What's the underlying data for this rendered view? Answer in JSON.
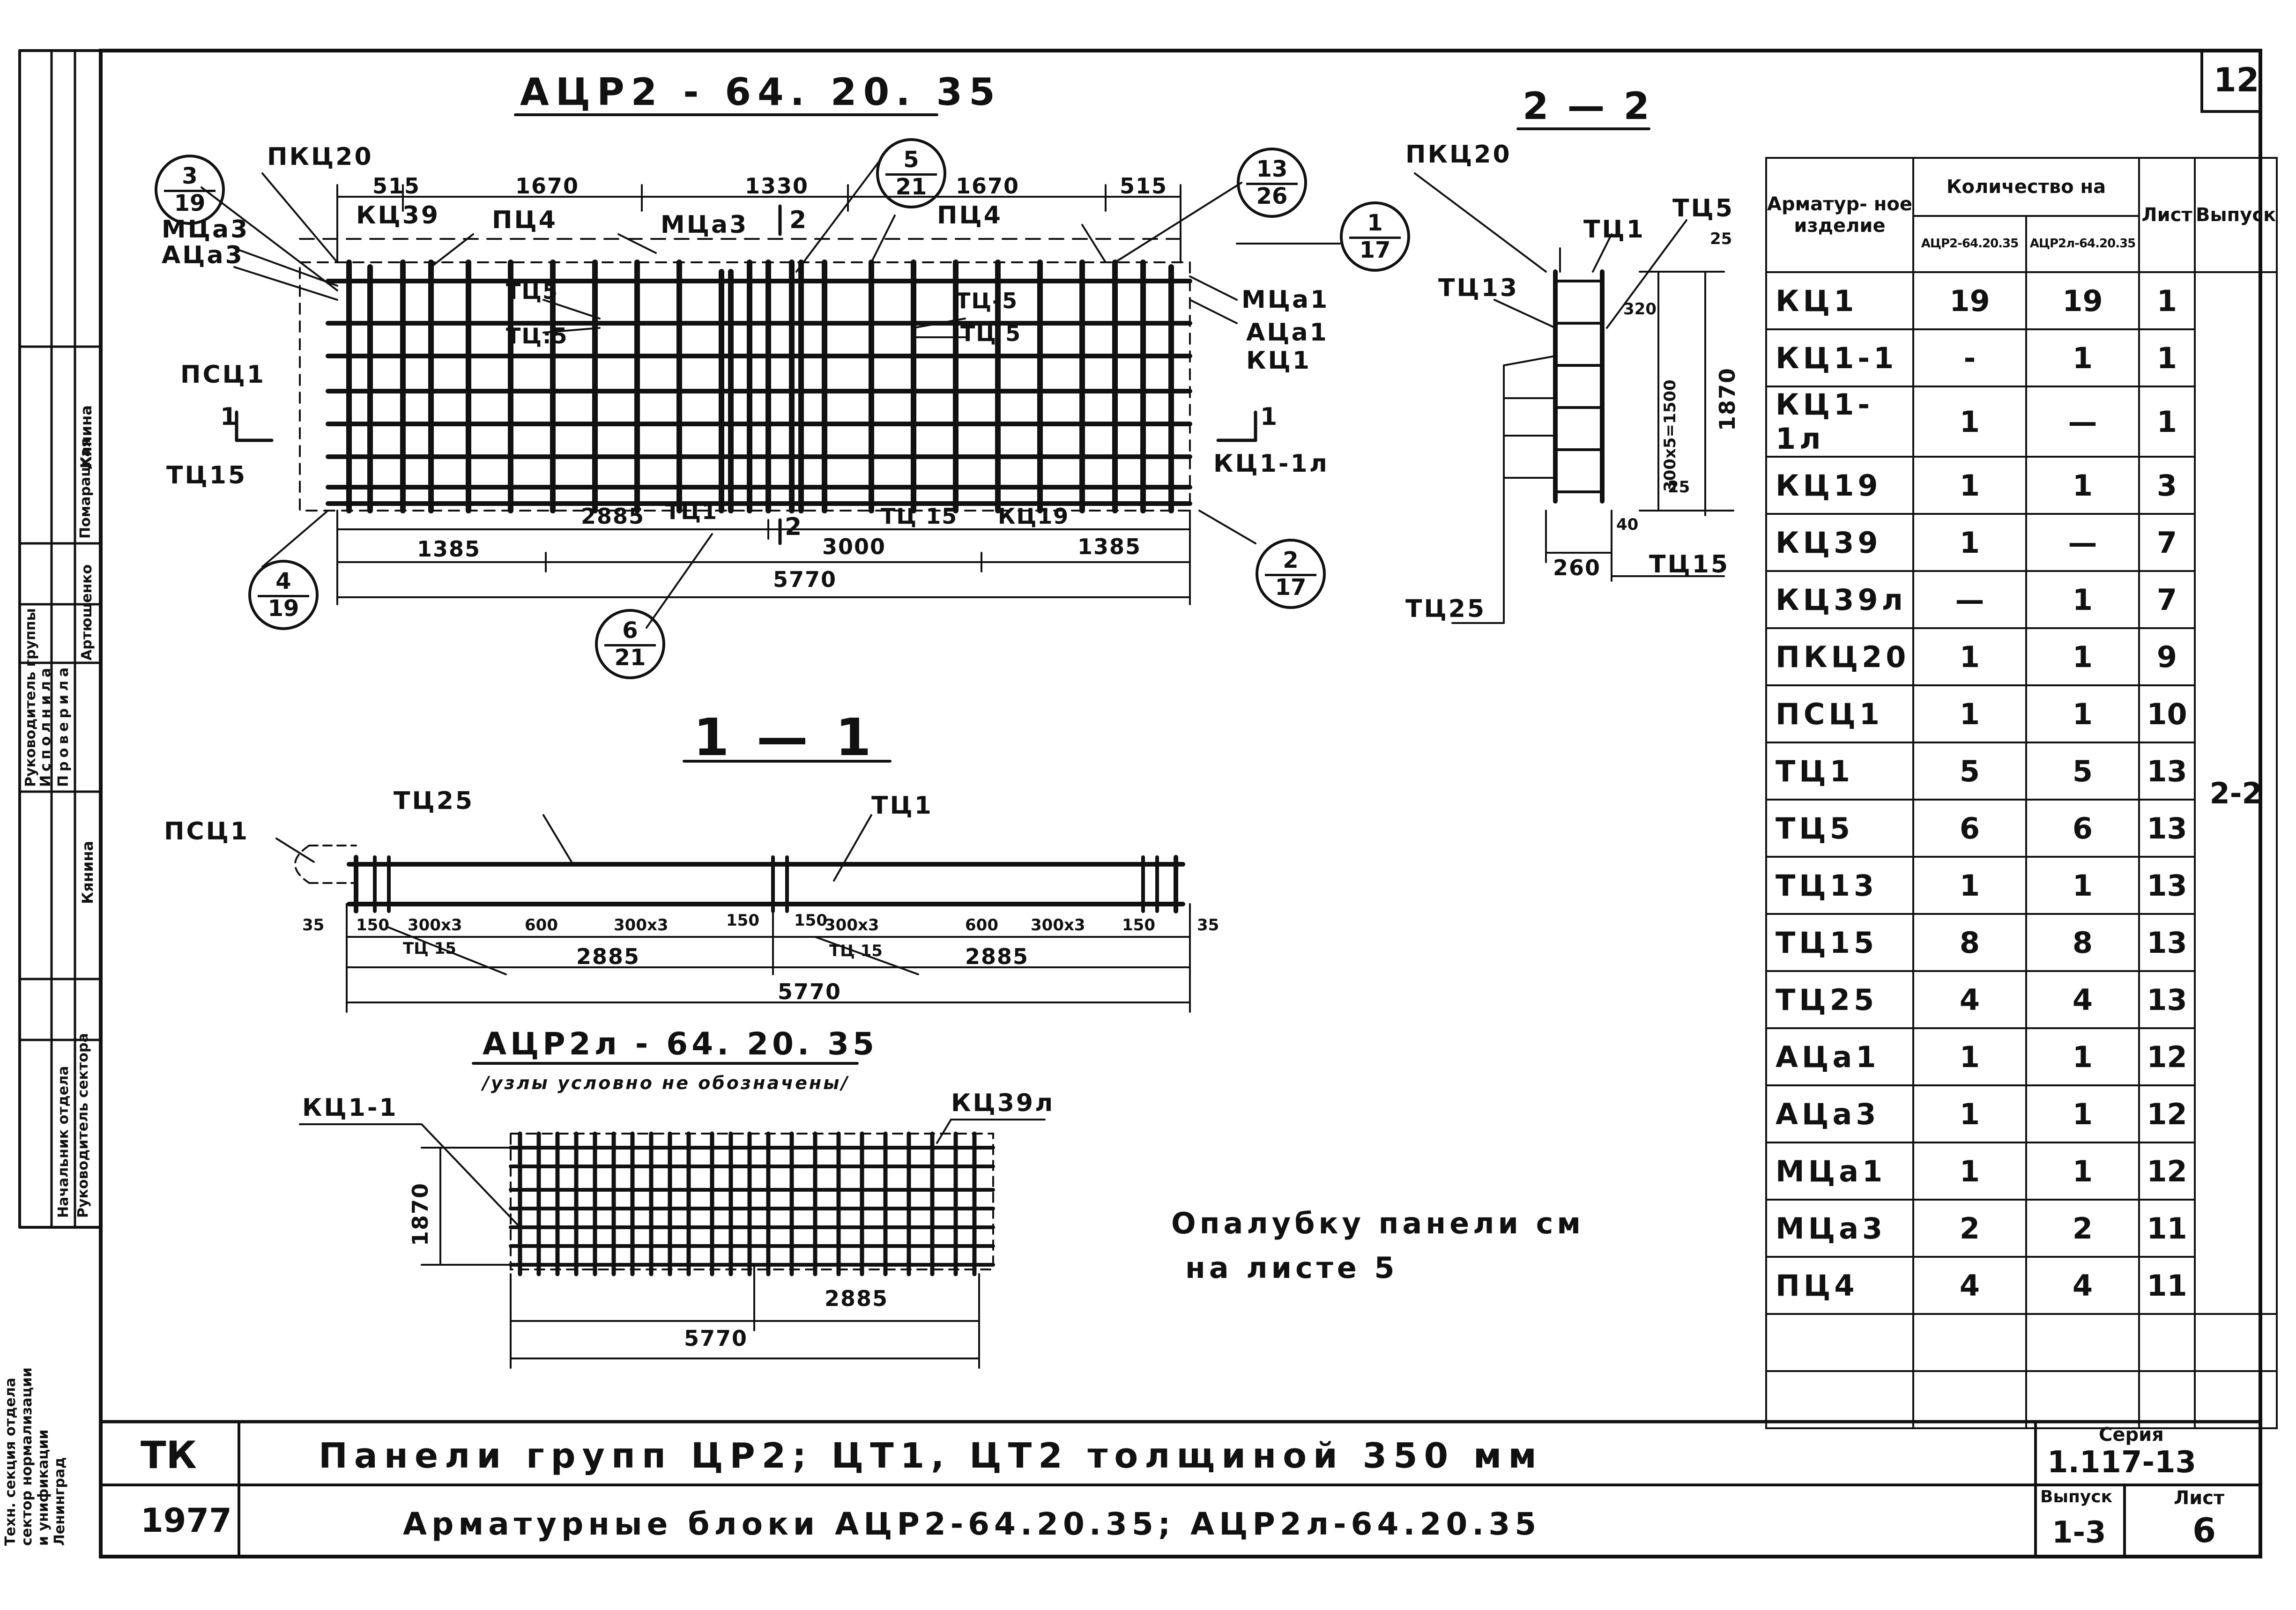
{
  "sheet_number": "12",
  "main_view": {
    "title": "АЦР2 - 64. 20. 35",
    "labels": [
      "ПКЦ20",
      "КЦ39",
      "ПЦ4",
      "МЦа3",
      "АЦа3",
      "ПСЦ1",
      "ТЦ15",
      "ТЦ5",
      "ТЦ 5",
      "ТЦ-5",
      "ТЦ:5",
      "МЦа1",
      "АЦа1",
      "КЦ1",
      "КЦ1-1л",
      "ТЦ1",
      "ТЦ 15",
      "КЦ19",
      "2"
    ],
    "dims_top": [
      "515",
      "1670",
      "1330",
      "1670",
      "515"
    ],
    "dims_bottom": [
      "2885",
      "3000",
      "1385",
      "1385",
      "5770"
    ],
    "callouts": [
      {
        "num": "3",
        "den": "19"
      },
      {
        "num": "5",
        "den": "21"
      },
      {
        "num": "13",
        "den": "26"
      },
      {
        "num": "1",
        "den": "17"
      },
      {
        "num": "4",
        "den": "19"
      },
      {
        "num": "6",
        "den": "21"
      },
      {
        "num": "2",
        "den": "17"
      }
    ],
    "section_marks": [
      "1",
      "1"
    ]
  },
  "section_2_2": {
    "title": "2 — 2",
    "labels": [
      "ПКЦ20",
      "ТЦ1",
      "ТЦ5",
      "ТЦ13",
      "ТЦ15",
      "ТЦ25"
    ],
    "dims": [
      "25",
      "320",
      "1870",
      "300x5=1500",
      "25",
      "40",
      "260"
    ]
  },
  "section_1_1": {
    "title": "1 — 1",
    "labels": [
      "ПСЦ1",
      "ТЦ25",
      "ТЦ1",
      "ТЦ 15",
      "ТЦ 15"
    ],
    "dims_row1": [
      "35",
      "150",
      "300x3",
      "600",
      "300x3",
      "150",
      "150",
      "300x3",
      "600",
      "300x3",
      "150",
      "35"
    ],
    "dims_row2": [
      "2885",
      "2885"
    ],
    "dims_total": "5770"
  },
  "second_view": {
    "title": "АЦР2л - 64. 20. 35",
    "note": "/узлы условно не обозначены/",
    "labels": [
      "КЦ1-1",
      "КЦ39л"
    ],
    "dims": [
      "1870",
      "2885",
      "5770"
    ]
  },
  "formwork_note": [
    "Опалубку панели см",
    "на листе 5"
  ],
  "spec_table": {
    "headers": {
      "item": "Арматур- ное изделие",
      "qty": "Количество на",
      "col1": "АЦР2-64.20.35",
      "col2": "АЦР2л-64.20.35",
      "sheet": "Лист",
      "issue": "Выпуск"
    },
    "rows": [
      {
        "name": "КЦ1",
        "a": "19",
        "b": "19",
        "sheet": "1"
      },
      {
        "name": "КЦ1-1",
        "a": "-",
        "b": "1",
        "sheet": "1"
      },
      {
        "name": "КЦ1-1л",
        "a": "1",
        "b": "—",
        "sheet": "1"
      },
      {
        "name": "КЦ19",
        "a": "1",
        "b": "1",
        "sheet": "3"
      },
      {
        "name": "КЦ39",
        "a": "1",
        "b": "—",
        "sheet": "7"
      },
      {
        "name": "КЦ39л",
        "a": "—",
        "b": "1",
        "sheet": "7"
      },
      {
        "name": "ПКЦ20",
        "a": "1",
        "b": "1",
        "sheet": "9"
      },
      {
        "name": "ПСЦ1",
        "a": "1",
        "b": "1",
        "sheet": "10"
      },
      {
        "name": "ТЦ1",
        "a": "5",
        "b": "5",
        "sheet": "13"
      },
      {
        "name": "ТЦ5",
        "a": "6",
        "b": "6",
        "sheet": "13"
      },
      {
        "name": "ТЦ13",
        "a": "1",
        "b": "1",
        "sheet": "13"
      },
      {
        "name": "ТЦ15",
        "a": "8",
        "b": "8",
        "sheet": "13"
      },
      {
        "name": "ТЦ25",
        "a": "4",
        "b": "4",
        "sheet": "13"
      },
      {
        "name": "АЦа1",
        "a": "1",
        "b": "1",
        "sheet": "12"
      },
      {
        "name": "АЦа3",
        "a": "1",
        "b": "1",
        "sheet": "12"
      },
      {
        "name": "МЦа1",
        "a": "1",
        "b": "1",
        "sheet": "12"
      },
      {
        "name": "МЦа3",
        "a": "2",
        "b": "2",
        "sheet": "11"
      },
      {
        "name": "ПЦ4",
        "a": "4",
        "b": "4",
        "sheet": "11"
      }
    ],
    "issue_value": "2-2"
  },
  "title_block": {
    "code": "ТК",
    "year": "1977",
    "title_line1": "Панели групп ЦР2; ЦТ1, ЦТ2 толщиной 350 мм",
    "title_line2": "Арматурные блоки АЦР2-64.20.35; АЦР2л-64.20.35",
    "series_label": "Серия",
    "series_value": "1.117-13",
    "issue_label": "Выпуск",
    "issue_value": "1-3",
    "sheet_label": "Лист",
    "sheet_value": "6"
  },
  "side_stamp": {
    "roles": [
      "Руководитель группы",
      "Исполнила",
      "Проверила",
      "Начальник отдела",
      "Руководитель сектора"
    ],
    "names": [
      "Кянина",
      "Помарацкая",
      "Артюшенко",
      "Кянина"
    ],
    "organization": [
      "Техн. секция отдела",
      "сектор нормализации",
      "и унификации",
      "Ленинград"
    ]
  }
}
